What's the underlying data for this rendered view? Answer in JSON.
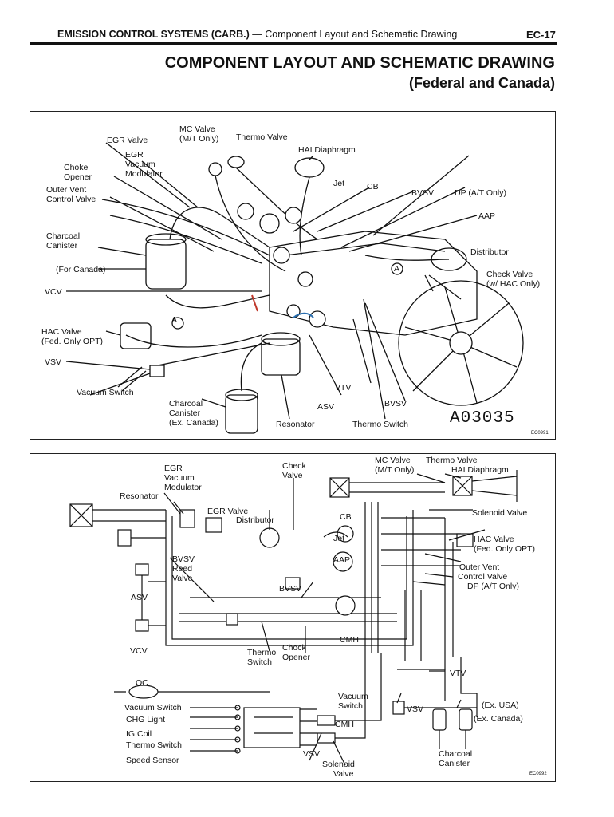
{
  "header": {
    "section": "EMISSION CONTROL SYSTEMS (CARB.)",
    "dash": " — ",
    "subsection": "Component Layout and Schematic Drawing",
    "page": "EC-17"
  },
  "title": "COMPONENT LAYOUT AND SCHEMATIC DRAWING",
  "subtitle": "(Federal and Canada)",
  "layout_panel": {
    "labels": {
      "mc_valve": "MC Valve",
      "mt_only": "(M/T Only)",
      "thermo_valve": "Thermo Valve",
      "egr_valve": "EGR Valve",
      "egr_vacuum_modulator_1": "EGR",
      "egr_vacuum_modulator_2": "Vacuum",
      "egr_vacuum_modulator_3": "Modulator",
      "hai_diaphragm": "HAI Diaphragm",
      "choke_opener_1": "Choke",
      "choke_opener_2": "Opener",
      "outer_vent_1": "Outer Vent",
      "outer_vent_2": "Control Valve",
      "jet": "Jet",
      "cb": "CB",
      "bvsv": "BVSV",
      "dp_at_only": "DP (A/T Only)",
      "aap": "AAP",
      "charcoal_canister_1": "Charcoal",
      "charcoal_canister_2": "Canister",
      "distributor": "Distributor",
      "for_canada": "(For Canada)",
      "check_valve_1": "Check Valve",
      "check_valve_2": "(w/ HAC Only)",
      "vcv": "VCV",
      "hac_valve_1": "HAC Valve",
      "hac_valve_2": "(Fed. Only OPT)",
      "vsv": "VSV",
      "vtv": "VTV",
      "vacuum_switch": "Vacuum Switch",
      "charcoal_ex_1": "Charcoal",
      "charcoal_ex_2": "Canister",
      "charcoal_ex_3": "(Ex. Canada)",
      "asv": "ASV",
      "bvsv_bottom": "BVSV",
      "resonator": "Resonator",
      "thermo_switch": "Thermo Switch",
      "circle_a": "A"
    },
    "figure_code": "A03035",
    "small_code": "EC0991"
  },
  "schematic_panel": {
    "labels": {
      "egr_vm_1": "EGR",
      "egr_vm_2": "Vacuum",
      "egr_vm_3": "Modulator",
      "check_valve_1": "Check",
      "check_valve_2": "Valve",
      "mc_valve_1": "MC Valve",
      "mc_valve_2": "(M/T Only)",
      "thermo_valve": "Thermo Valve",
      "hai_diaphragm": "HAI Diaphragm",
      "resonator": "Resonator",
      "egr_valve": "EGR Valve",
      "distributor": "Distributor",
      "cb": "CB",
      "solenoid_valve": "Solenoid Valve",
      "jet": "Jet",
      "hac_valve_1": "HAC Valve",
      "hac_valve_2": "(Fed. Only OPT)",
      "bvsv_reed_1": "BVSV",
      "bvsv_reed_2": "Reed",
      "bvsv_reed_3": "Valve",
      "aap": "AAP",
      "outer_vent_1": "Outer Vent",
      "outer_vent_2": "Control Valve",
      "dp_at_only": "DP (A/T Only)",
      "bvsv_mid": "BVSV",
      "asv": "ASV",
      "vcv": "VCV",
      "cmh": "CMH",
      "thermo_switch_1": "Thermo",
      "thermo_switch_2": "Switch",
      "chock_opener_1": "Chock",
      "chock_opener_2": "Opener",
      "vtv": "VTV",
      "oc": "OC",
      "vacuum_switch_right_1": "Vacuum",
      "vacuum_switch_right_2": "Switch",
      "vsv_right": "VSV",
      "ex_usa": "(Ex. USA)",
      "ex_canada": "(Ex. Canada)",
      "vacuum_switch": "Vacuum Switch",
      "chg_light": "CHG Light",
      "ig_coil": "IG Coil",
      "thermo_switch_left": "Thermo Switch",
      "speed_sensor": "Speed Sensor",
      "cmh_bottom": "CMH",
      "vsv_bottom": "VSV",
      "solenoid_bottom_1": "Solenoid",
      "solenoid_bottom_2": "Valve",
      "charcoal_1": "Charcoal",
      "charcoal_2": "Canister"
    },
    "small_code": "EC0992"
  }
}
